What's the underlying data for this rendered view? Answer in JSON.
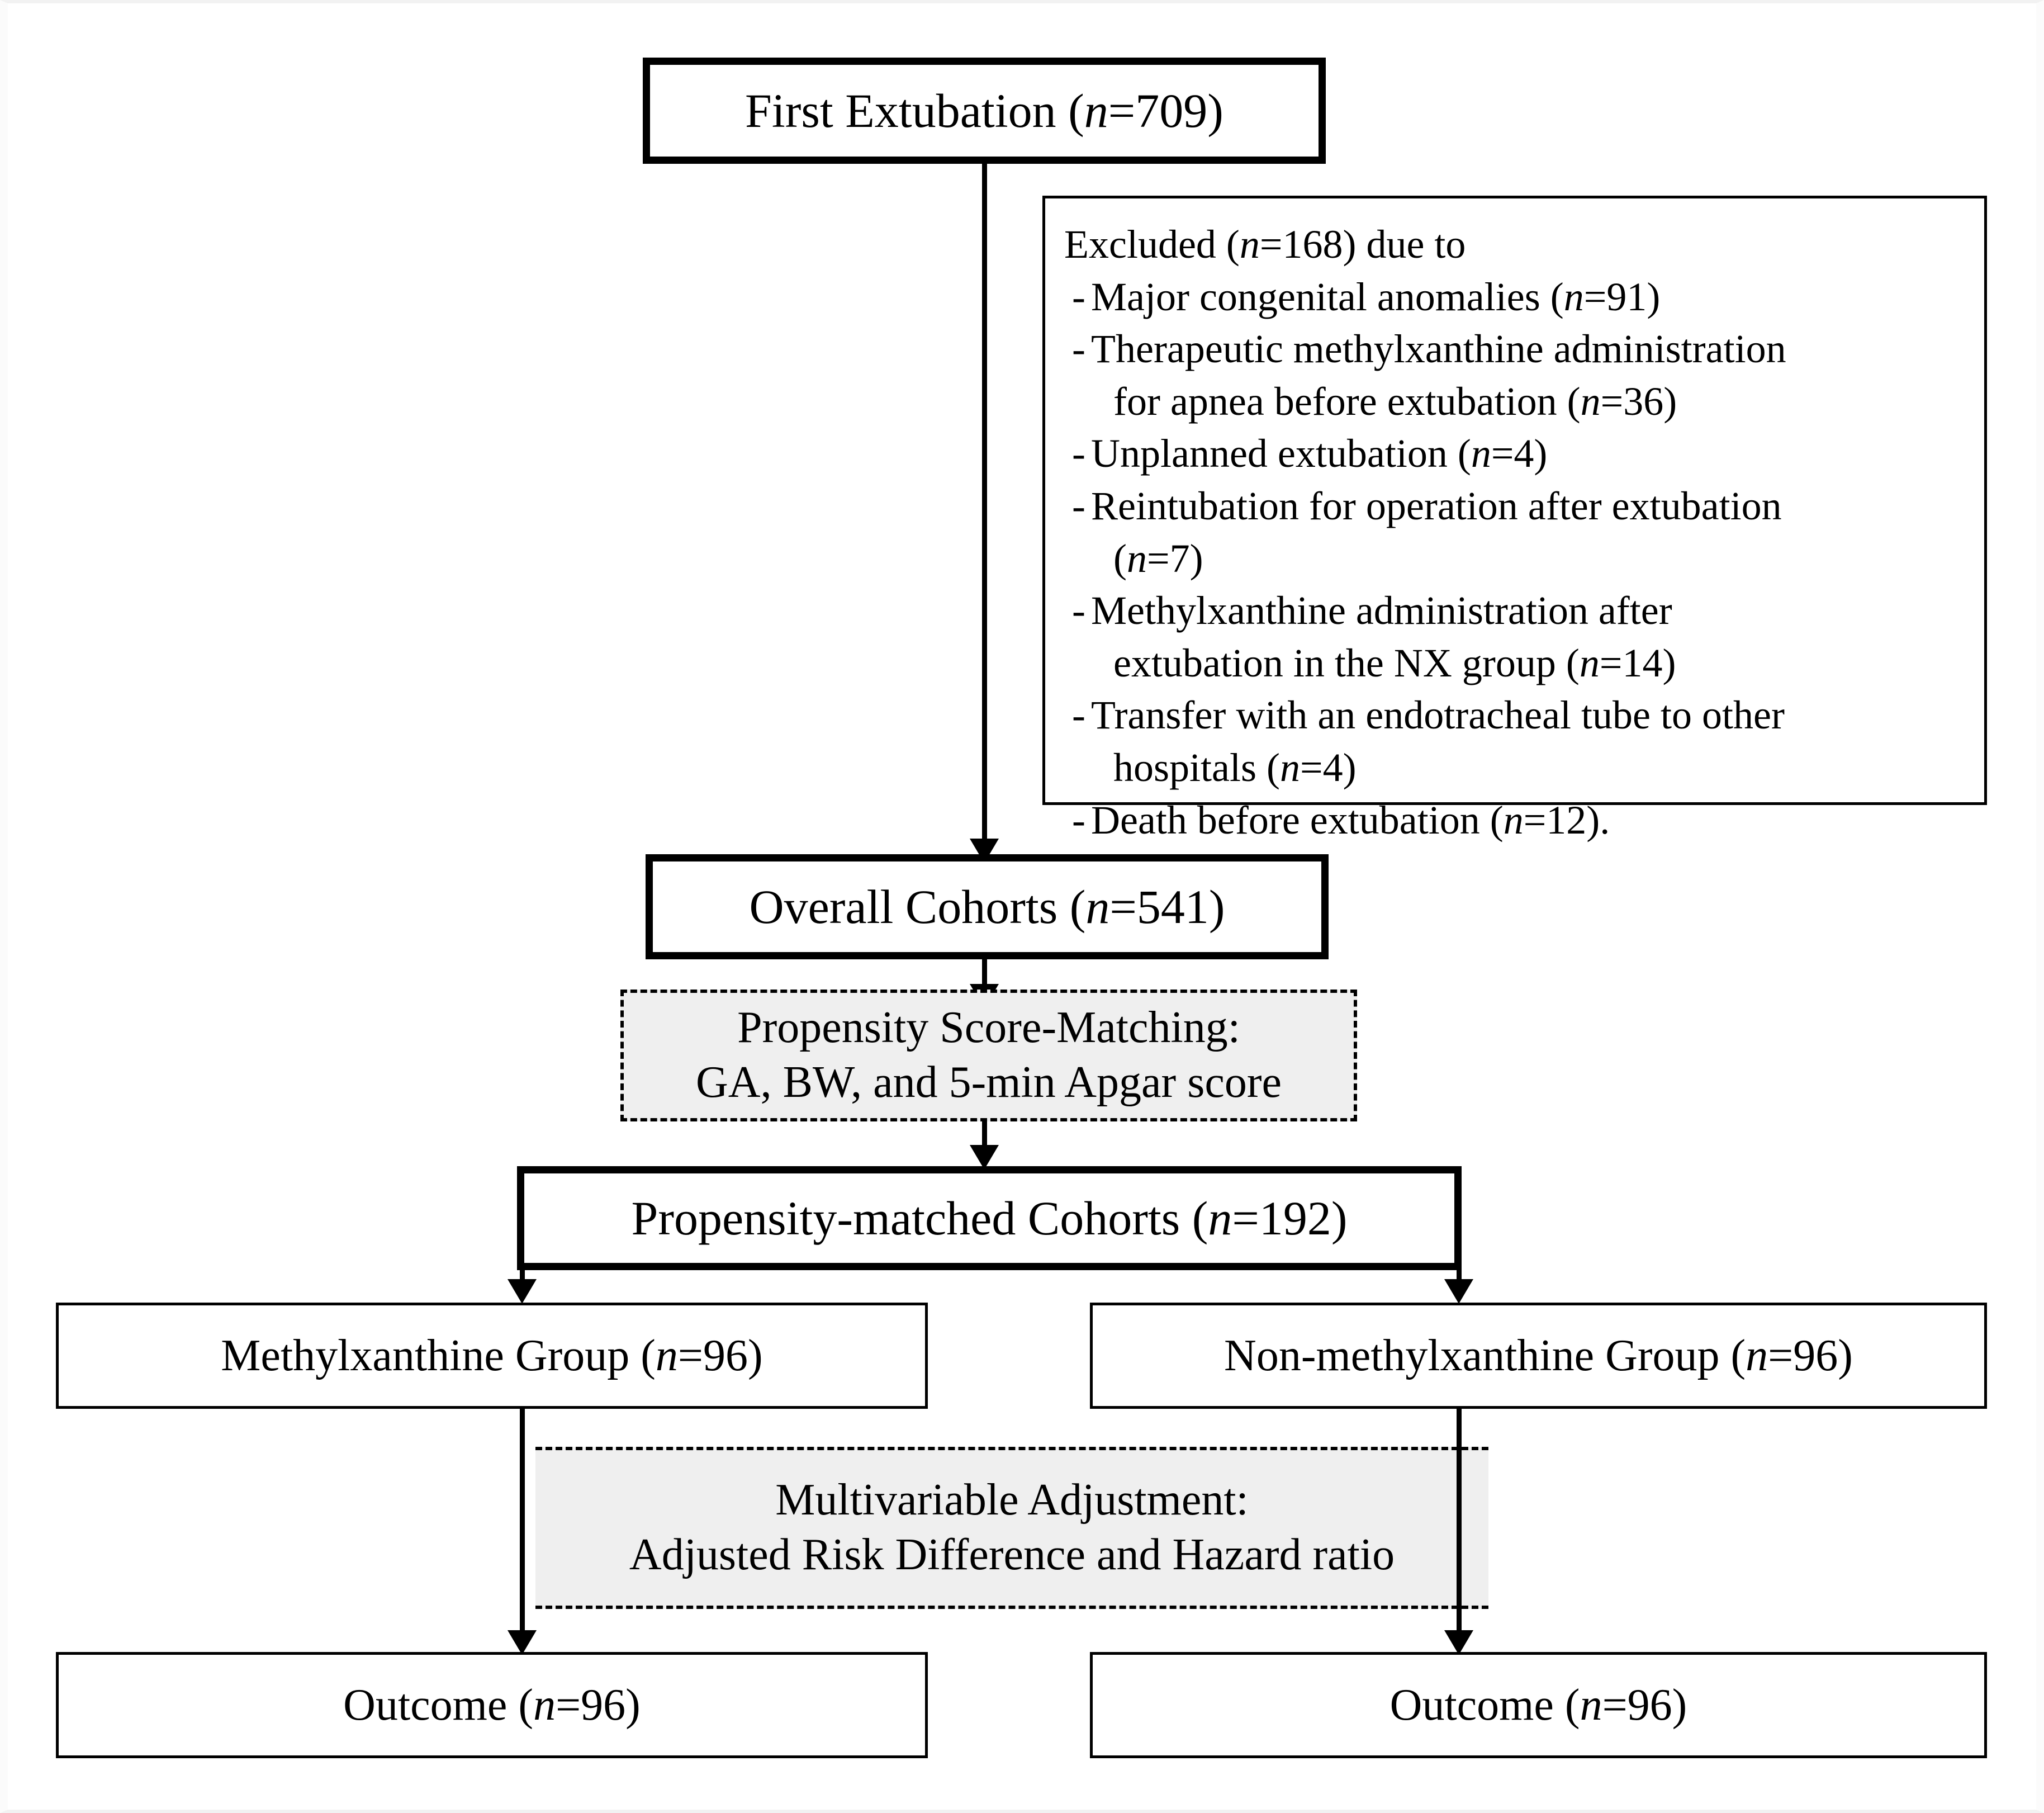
{
  "diagram": {
    "title": "Study participant flow diagram",
    "colors": {
      "stroke": "#000000",
      "node_fill": "#ffffff",
      "dashed_fill": "#efefef",
      "page_background": "#ffffff"
    }
  },
  "nodes": {
    "first_extubation": {
      "label": "First Extubation (",
      "n_italic": "n",
      "n_value": "=709)"
    },
    "overall_cohorts": {
      "label": "Overall Cohorts (",
      "n_italic": "n",
      "n_value": "=541)"
    },
    "propensity_matched": {
      "label": "Propensity-matched Cohorts (",
      "n_italic": "n",
      "n_value": "=192)"
    },
    "methylxanthine_group": {
      "label": "Methylxanthine Group (",
      "n_italic": "n",
      "n_value": "=96)"
    },
    "non_methylxanthine_group": {
      "label": "Non-methylxanthine Group (",
      "n_italic": "n",
      "n_value": "=96)"
    },
    "outcome_left": {
      "label": "Outcome (",
      "n_italic": "n",
      "n_value": "=96)"
    },
    "outcome_right": {
      "label": "Outcome (",
      "n_italic": "n",
      "n_value": "=96)"
    }
  },
  "process_boxes": {
    "propensity_score_matching": {
      "line1": "Propensity Score-Matching:",
      "line2": "GA, BW, and 5-min Apgar score"
    },
    "multivariable_adjustment": {
      "line1": "Multivariable Adjustment:",
      "line2": "Adjusted Risk Difference and Hazard ratio"
    }
  },
  "exclusion_box": {
    "heading_prefix": "Excluded (",
    "heading_italic": "n",
    "heading_suffix": "=168) due to",
    "bullet_marker": "-",
    "items": [
      {
        "text_before": "Major congenital anomalies (",
        "n_italic": "n",
        "text_after": "=91)",
        "line2": ""
      },
      {
        "text_before": "Therapeutic methylxanthine administration",
        "n_italic": "n",
        "text_after": "",
        "line2_before": "for apnea before extubation (",
        "line2_italic": "n",
        "line2_after": "=36)"
      },
      {
        "text_before": "Unplanned extubation (",
        "n_italic": "n",
        "text_after": "=4)",
        "line2": ""
      },
      {
        "text_before": "Reintubation for operation after extubation",
        "n_italic": "n",
        "text_after": "",
        "line2_before": "(",
        "line2_italic": "n",
        "line2_after": "=7)"
      },
      {
        "text_before": "Methylxanthine administration after",
        "n_italic": "n",
        "text_after": "",
        "line2_before": "extubation in the NX group (",
        "line2_italic": "n",
        "line2_after": "=14)"
      },
      {
        "text_before": "Transfer with an endotracheal tube to other",
        "n_italic": "n",
        "text_after": "",
        "line2_before": "hospitals (",
        "line2_italic": "n",
        "line2_after": "=4)"
      },
      {
        "text_before": "Death before extubation (",
        "n_italic": "n",
        "text_after": "=12).",
        "line2": ""
      }
    ]
  },
  "chart_data": {
    "type": "table",
    "title": "Participant flow (CONSORT-style)",
    "stages": [
      {
        "stage": "First Extubation",
        "n": 709
      },
      {
        "stage": "Excluded",
        "n": 168
      },
      {
        "stage": "Overall Cohorts",
        "n": 541
      },
      {
        "stage": "Propensity-matched Cohorts",
        "n": 192
      },
      {
        "stage": "Methylxanthine Group",
        "n": 96
      },
      {
        "stage": "Non-methylxanthine Group",
        "n": 96
      },
      {
        "stage": "Outcome (Methylxanthine)",
        "n": 96
      },
      {
        "stage": "Outcome (Non-methylxanthine)",
        "n": 96
      }
    ],
    "exclusion_reasons": [
      {
        "reason": "Major congenital anomalies",
        "n": 91
      },
      {
        "reason": "Therapeutic methylxanthine administration for apnea before extubation",
        "n": 36
      },
      {
        "reason": "Unplanned extubation",
        "n": 4
      },
      {
        "reason": "Reintubation for operation after extubation",
        "n": 7
      },
      {
        "reason": "Methylxanthine administration after extubation in the NX group",
        "n": 14
      },
      {
        "reason": "Transfer with an endotracheal tube to other hospitals",
        "n": 4
      },
      {
        "reason": "Death before extubation",
        "n": 12
      }
    ],
    "methods": [
      "Propensity Score-Matching: GA, BW, and 5-min Apgar score",
      "Multivariable Adjustment: Adjusted Risk Difference and Hazard ratio"
    ]
  }
}
